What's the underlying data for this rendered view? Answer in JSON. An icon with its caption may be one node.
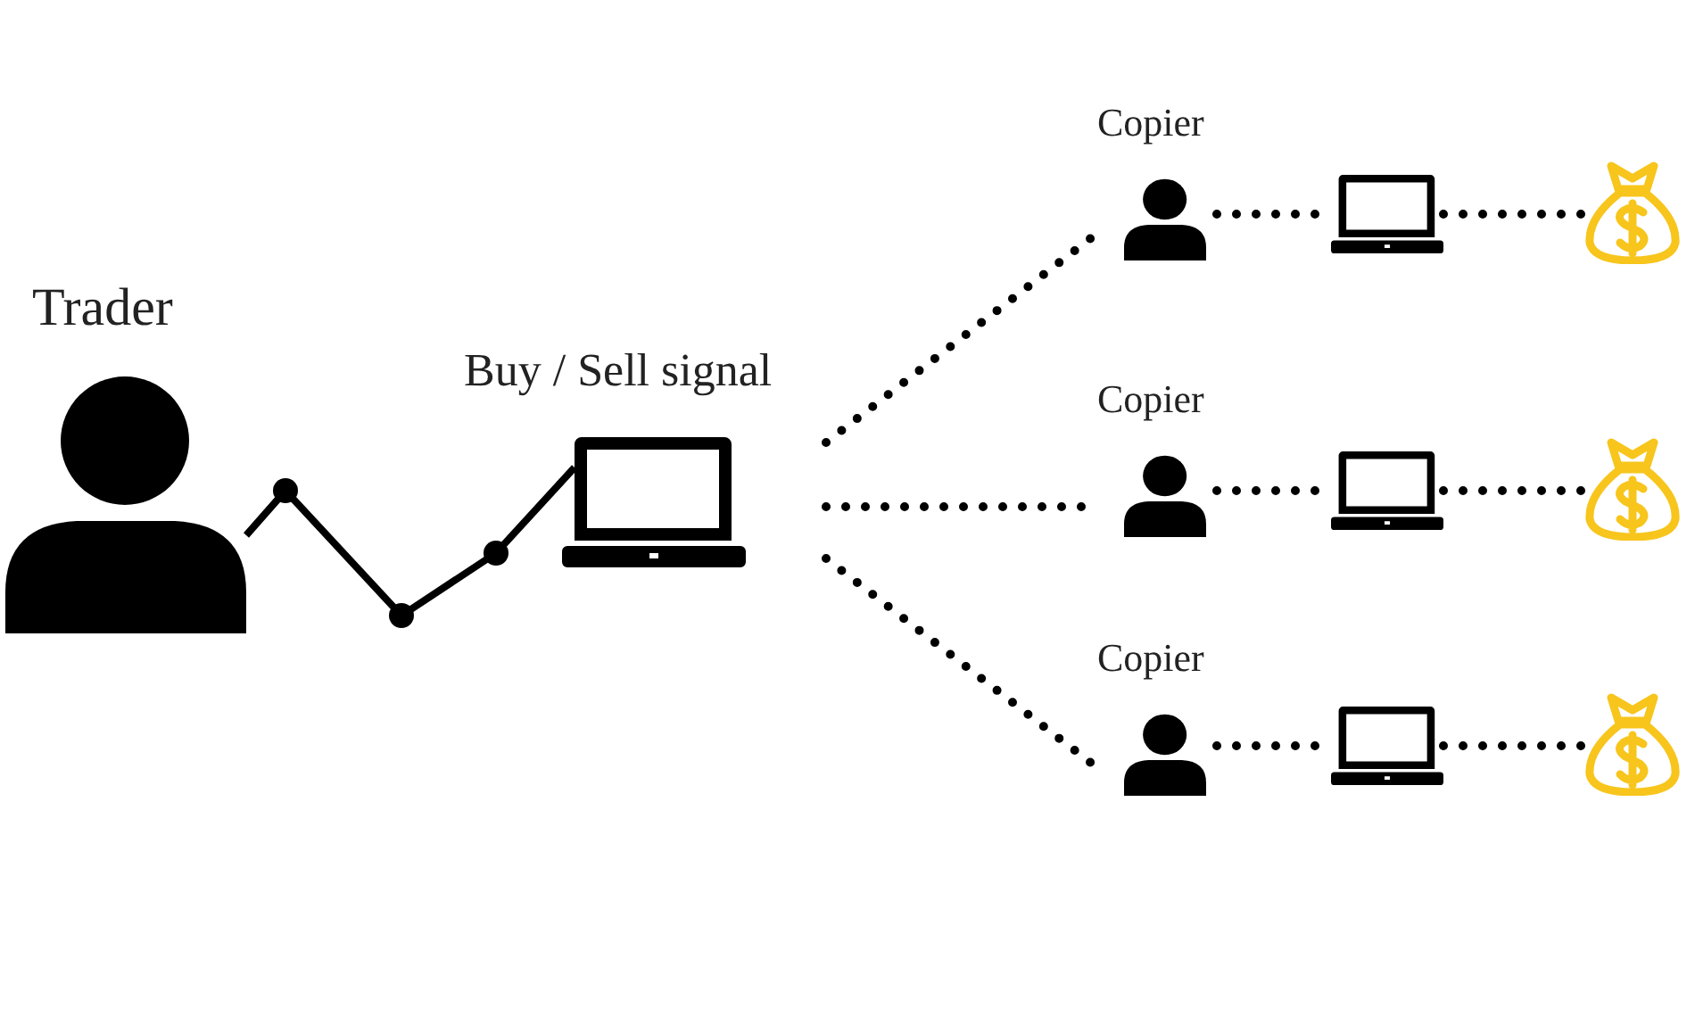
{
  "diagram": {
    "nodes": [
      {
        "text": [
          "Trader"
        ]
      },
      {
        "text": [
          "Buy / Sell signal"
        ]
      },
      {
        "text": [
          "Copier"
        ]
      },
      {
        "text": [],
        "shape": "laptop"
      },
      {
        "text": [],
        "shape": "bag"
      },
      {
        "text": [
          "Copier"
        ]
      },
      {
        "text": [],
        "shape": "laptop"
      },
      {
        "text": [],
        "shape": "bag"
      },
      {
        "text": [
          "Copier"
        ]
      },
      {
        "text": [],
        "shape": "laptop"
      },
      {
        "text": [],
        "shape": "bag"
      }
    ],
    "edges": [
      {
        "from": 0,
        "to": 1,
        "arrow": "none"
      },
      {
        "from": 1,
        "to": 2,
        "arrow": "none",
        "style": "dashed"
      },
      {
        "from": 2,
        "to": 3,
        "arrow": "none",
        "style": "dashed"
      },
      {
        "from": 3,
        "to": 4,
        "arrow": "none",
        "style": "dashed"
      },
      {
        "from": 1,
        "to": 5,
        "arrow": "none",
        "style": "dashed"
      },
      {
        "from": 5,
        "to": 6,
        "arrow": "none",
        "style": "dashed"
      },
      {
        "from": 6,
        "to": 7,
        "arrow": "none",
        "style": "dashed"
      },
      {
        "from": 1,
        "to": 8,
        "arrow": "none",
        "style": "dashed"
      },
      {
        "from": 8,
        "to": 9,
        "arrow": "none",
        "style": "dashed"
      },
      {
        "from": 9,
        "to": 10,
        "arrow": "none",
        "style": "dashed"
      }
    ]
  }
}
